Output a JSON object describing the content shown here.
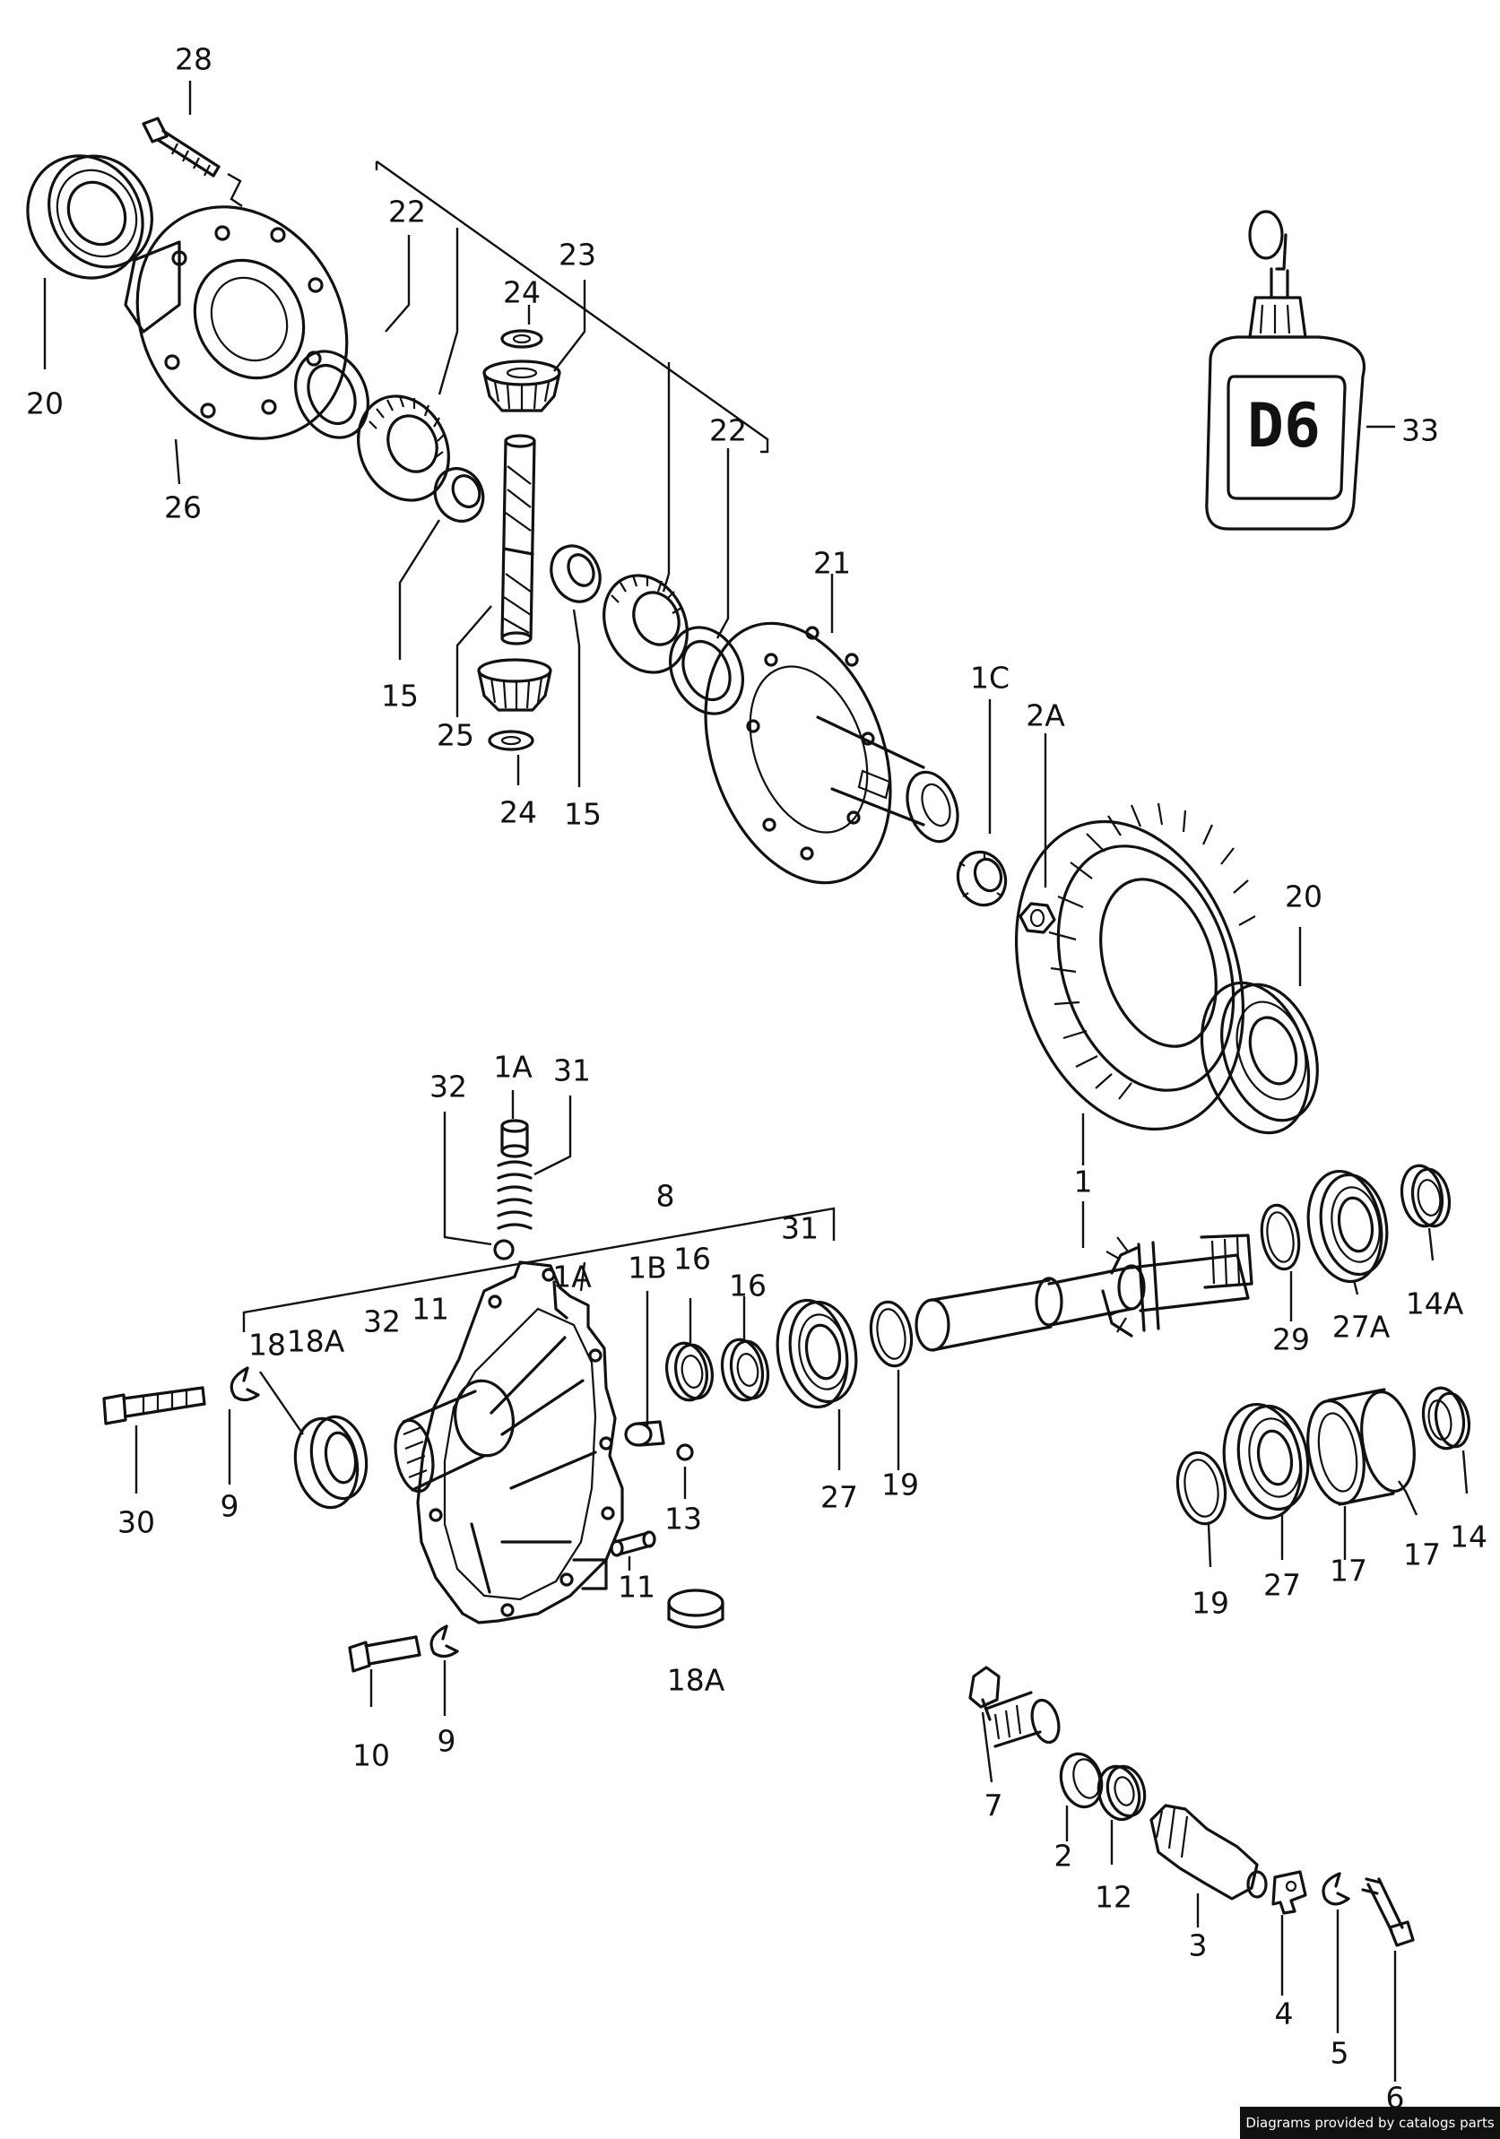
{
  "callouts": {
    "c28": "28",
    "c20_top": "20",
    "c26": "26",
    "c22_a": "22",
    "c23": "23",
    "c24_top": "24",
    "c22_b": "22",
    "c15_left": "15",
    "c25": "25",
    "c24_bottom": "24",
    "c15_right": "15",
    "c21": "21",
    "c1C": "1C",
    "c2A": "2A",
    "c20_right": "20",
    "c33": "33",
    "c1": "1",
    "c32_top": "32",
    "c1A_top": "1A",
    "c31_top": "31",
    "c8": "8",
    "c1A_mid": "1A",
    "c1B": "1B",
    "c16_a": "16",
    "c16_b": "16",
    "c31_mid": "31",
    "c11_top": "11",
    "c32_mid": "32",
    "c18": "18",
    "c18A_top": "18A",
    "c30": "30",
    "c9_left": "9",
    "c13": "13",
    "c11_bottom": "11",
    "c27_mid": "27",
    "c19_mid": "19",
    "c29": "29",
    "c27A": "27A",
    "c14A": "14A",
    "c19_right": "19",
    "c27_right": "27",
    "c17_a": "17",
    "c17_b": "17",
    "c14": "14",
    "c18A_bottom": "18A",
    "c10": "10",
    "c9_bottom": "9",
    "c7": "7",
    "c2": "2",
    "c12": "12",
    "c3": "3",
    "c4": "4",
    "c5": "5",
    "c6": "6"
  },
  "bottle_label": "D6",
  "credit": "Diagrams provided by catalogs parts"
}
